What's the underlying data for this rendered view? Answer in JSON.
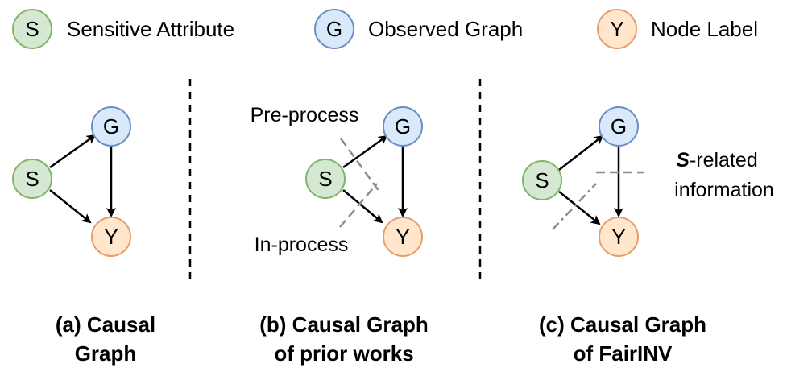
{
  "legend": [
    {
      "letter": "S",
      "label": "Sensitive Attribute"
    },
    {
      "letter": "G",
      "label": "Observed Graph"
    },
    {
      "letter": "Y",
      "label": "Node Label"
    }
  ],
  "panels": [
    {
      "caption_line1": "(a) Causal",
      "caption_line2": "Graph"
    },
    {
      "caption_line1": "(b) Causal Graph",
      "caption_line2": "of prior works"
    },
    {
      "caption_line1": "(c) Causal Graph",
      "caption_line2": "of FairINV"
    }
  ],
  "annotations": {
    "pre_process": "Pre-process",
    "in_process": "In-process",
    "s_related_bold": "S",
    "s_related_rest": "-related",
    "s_related_line2": "information"
  },
  "node_letters": {
    "s": "S",
    "g": "G",
    "y": "Y"
  },
  "colors": {
    "s_fill": "#d5e8d4",
    "s_stroke": "#82b366",
    "g_fill": "#dae8fc",
    "g_stroke": "#6c8ebf",
    "y_fill": "#ffe6cc",
    "y_stroke": "#e89c6b",
    "cut_line": "#8c8c8c"
  }
}
